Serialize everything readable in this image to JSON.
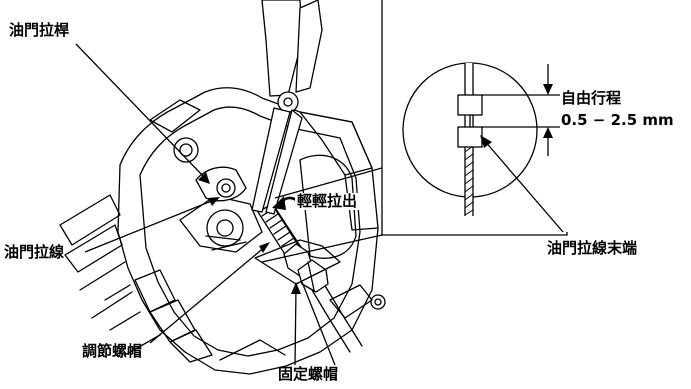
{
  "labels": {
    "throttle_lever": "油門拉桿",
    "throttle_cable": "油門拉線",
    "adjusting_nut": "調節螺帽",
    "lock_nut": "固定螺帽",
    "pull_lightly": "輕輕拉出",
    "free_play": "自由行程",
    "free_play_range": "0.5 − 2.5 mm",
    "cable_end": "油門拉線末端"
  },
  "colors": {
    "line": "#000000",
    "background": "#ffffff"
  }
}
